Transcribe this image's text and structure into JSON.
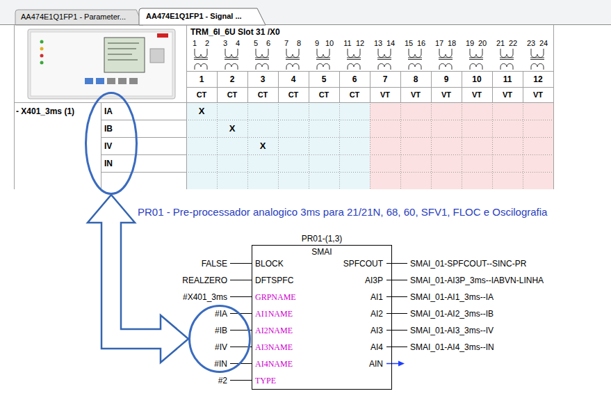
{
  "diagram": {
    "title": "PR01 - Pre-processador analogico 3ms para 21/21N, 68, 60, SFV1, FLOC e Oscilografia",
    "nodes": [
      {
        "text": [
          "IA",
          "IB",
          "IV",
          "IN"
        ]
      },
      {
        "text": [
          "#IA",
          "#IB",
          "#IV",
          "#IN"
        ]
      },
      {
        "text": [
          "PR01-(1,3)",
          "SMAI"
        ]
      }
    ],
    "edges": [
      {
        "from": 0,
        "to": 1,
        "arrow": "both"
      }
    ],
    "labels": [
      "AA474E1Q1FP1 - Parameter...",
      "AA474E1Q1FP1 - Signal ...",
      "TRM_6I_6U Slot 31 /X0",
      "1",
      "2",
      "3",
      "4",
      "5",
      "6",
      "7",
      "8",
      "9",
      "10",
      "11",
      "12",
      "13",
      "14",
      "15",
      "16",
      "17",
      "18",
      "19",
      "20",
      "21",
      "22",
      "23",
      "24",
      "1",
      "2",
      "3",
      "4",
      "5",
      "6",
      "7",
      "8",
      "9",
      "10",
      "11",
      "12",
      "CT",
      "CT",
      "CT",
      "CT",
      "CT",
      "CT",
      "VT",
      "VT",
      "VT",
      "VT",
      "VT",
      "VT",
      "- X401_3ms (1)",
      "X",
      "X",
      "X",
      "FALSE",
      "REALZERO",
      "#X401_3ms",
      "#2",
      "BLOCK",
      "DFTSPFC",
      "GRPNAME",
      "AI1NAME",
      "AI2NAME",
      "AI3NAME",
      "AI4NAME",
      "TYPE",
      "SPFCOUT",
      "AI3P",
      "AI1",
      "AI2",
      "AI3",
      "AI4",
      "AIN",
      "SMAI_01-SPFCOUT--SINC-PR",
      "SMAI_01-AI3P_3ms--IABVN-LINHA",
      "SMAI_01-AI1_3ms--IA",
      "SMAI_01-AI2_3ms--IB",
      "SMAI_01-AI3_3ms--IV",
      "SMAI_01-AI4_3ms--IN"
    ]
  }
}
